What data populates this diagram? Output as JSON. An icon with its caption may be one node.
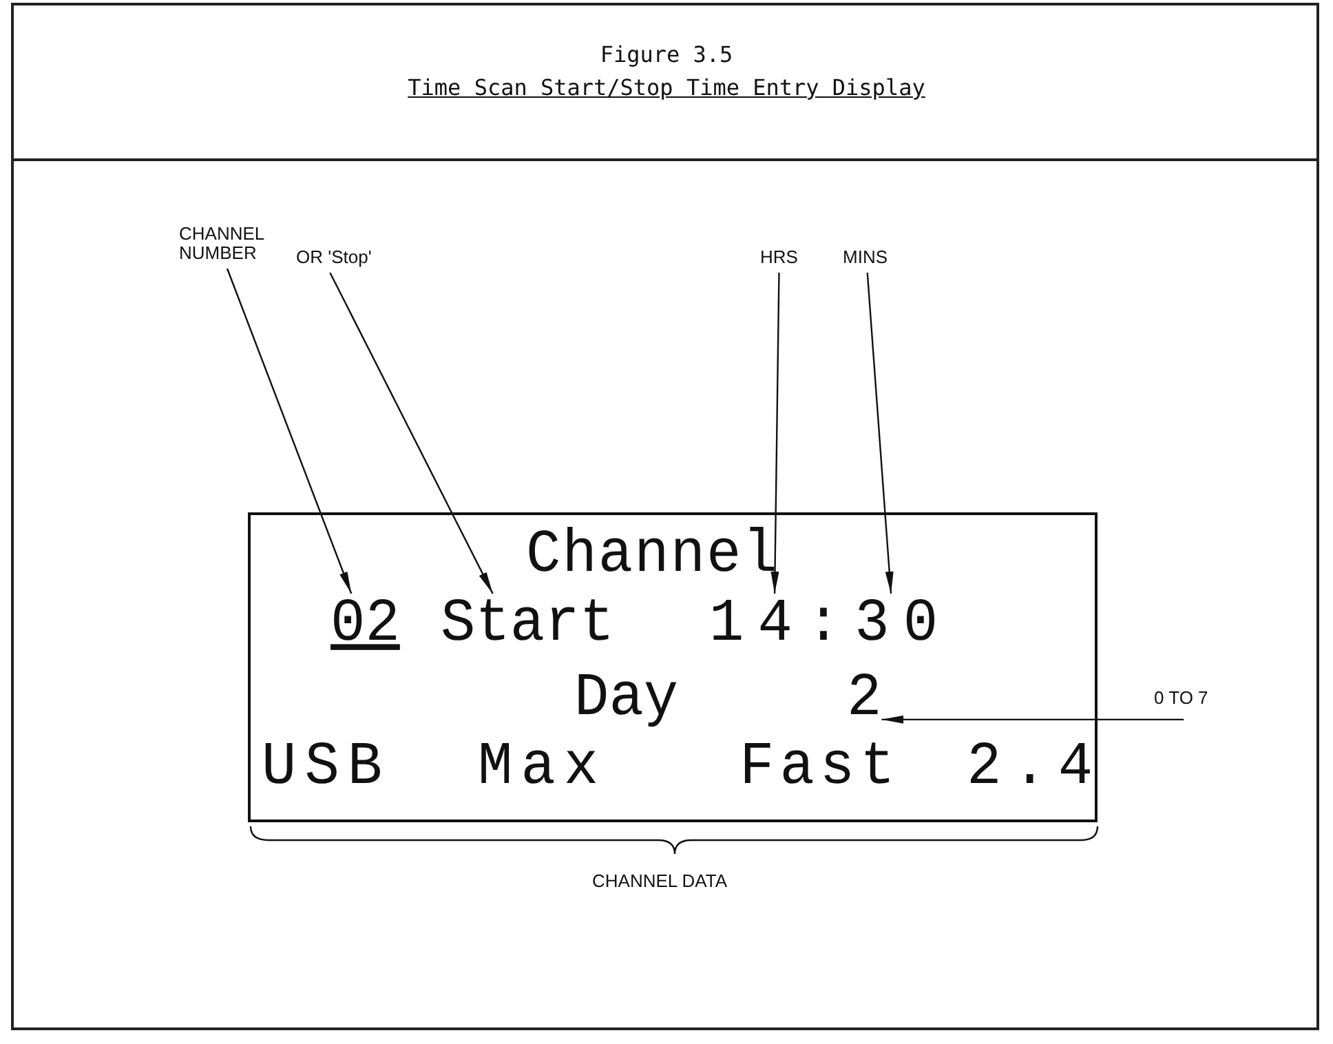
{
  "diagram": {
    "title": "Figure 3.5",
    "caption": "Time Scan Start/Stop Time Entry Display",
    "nodes": [
      {
        "text": [],
        "shape": "box"
      },
      {
        "text": [
          "02"
        ],
        "in": 0
      },
      {
        "text": [
          "Start"
        ],
        "in": 0
      },
      {
        "text": [
          "14:30"
        ],
        "in": 0
      },
      {
        "text": [
          "2"
        ],
        "in": 0
      },
      {
        "text": [
          "CHANNEL NUMBER"
        ]
      },
      {
        "text": [
          "OR 'Stop'"
        ]
      },
      {
        "text": [
          "HRS"
        ]
      },
      {
        "text": [
          "MINS"
        ]
      },
      {
        "text": [
          "0 TO 7"
        ]
      }
    ],
    "edges": [
      {
        "from": 5,
        "to": 1,
        "arrow": "to"
      },
      {
        "from": 6,
        "to": 2,
        "arrow": "to"
      },
      {
        "from": 7,
        "to": 3,
        "arrow": "to"
      },
      {
        "from": 8,
        "to": 3,
        "arrow": "to"
      },
      {
        "from": 9,
        "to": 4,
        "arrow": "to"
      }
    ],
    "labels": [
      "Channel",
      "Day",
      "USB",
      "Max",
      "Fast",
      "2.4",
      "CHANNEL DATA"
    ]
  }
}
